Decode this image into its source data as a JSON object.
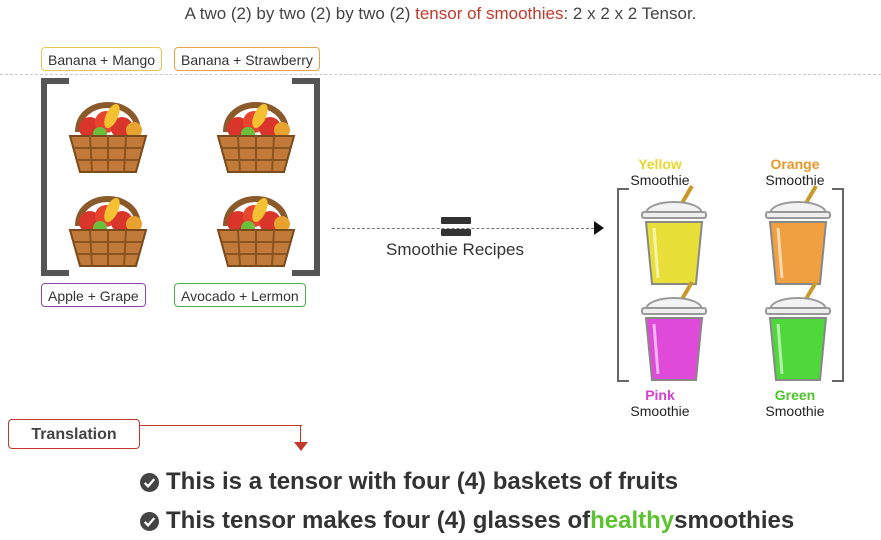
{
  "title": {
    "prefix": "A two (2) by two (2) by two (2) ",
    "highlight": "tensor of smoothies",
    "suffix": ": 2 x 2 x 2 Tensor."
  },
  "fruit_tags": [
    {
      "label": "Banana + Mango",
      "color": "#e8c84a"
    },
    {
      "label": "Banana + Strawberry",
      "color": "#e8a24a"
    },
    {
      "label": "Apple + Grape",
      "color": "#8e44ad"
    },
    {
      "label": "Avocado + Lermon",
      "color": "#4caf50"
    }
  ],
  "equals_icon": "equals-sign-icon",
  "recipes_label": "Smoothie Recipes",
  "smoothies": [
    {
      "color_word": "Yellow",
      "kind": "Smoothie",
      "color": "#e6d72a",
      "fill": "#e8e038"
    },
    {
      "color_word": "Orange",
      "kind": "Smoothie",
      "color": "#e8962a",
      "fill": "#f0a040"
    },
    {
      "color_word": "Pink",
      "kind": "Smoothie",
      "color": "#d63fcf",
      "fill": "#e04ad8"
    },
    {
      "color_word": "Green",
      "kind": "Smoothie",
      "color": "#4fc32a",
      "fill": "#4ed83a"
    }
  ],
  "translation": {
    "label": "Translation",
    "bullets": [
      {
        "text": "This is a tensor with four (4) baskets of fruits"
      },
      {
        "prefix": "This tensor makes four (4) glasses of ",
        "highlight": "healthy",
        "suffix": " smoothies"
      }
    ]
  },
  "colors": {
    "accent_red": "#c0392b",
    "healthy_green": "#5cc32f"
  }
}
